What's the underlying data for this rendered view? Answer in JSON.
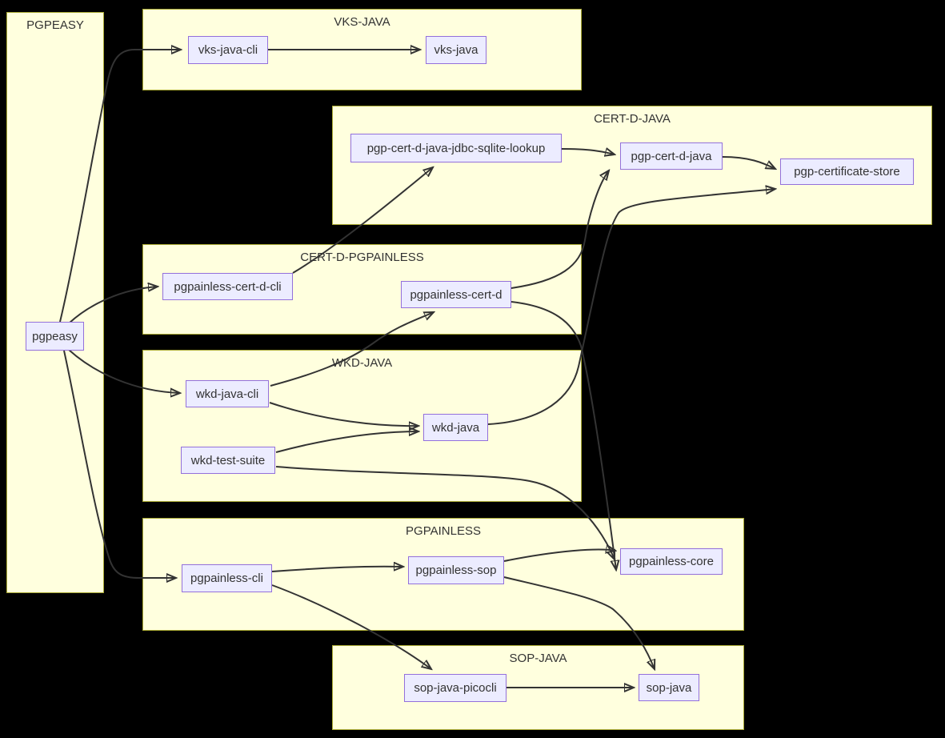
{
  "diagram_type": "dependency-graph",
  "background": "#000000",
  "colors": {
    "cluster_fill": "#ffffde",
    "cluster_border": "#aaaa33",
    "node_fill": "#ECECFF",
    "node_border": "#9370DB",
    "text": "#333333",
    "edge": "#333333"
  },
  "groups": [
    {
      "title": "PGPEASY",
      "nodes": [
        {
          "id": "pgpeasy",
          "label": "pgpeasy"
        }
      ]
    },
    {
      "title": "VKS-JAVA",
      "nodes": [
        {
          "id": "vks-java-cli",
          "label": "vks-java-cli"
        },
        {
          "id": "vks-java",
          "label": "vks-java"
        }
      ]
    },
    {
      "title": "CERT-D-JAVA",
      "nodes": [
        {
          "id": "pgp-cert-d-java-jdbc-sqlite-lookup",
          "label": "pgp-cert-d-java-jdbc-sqlite-lookup"
        },
        {
          "id": "pgp-cert-d-java",
          "label": "pgp-cert-d-java"
        },
        {
          "id": "pgp-certificate-store",
          "label": "pgp-certificate-store"
        }
      ]
    },
    {
      "title": "CERT-D-PGPAINLESS",
      "nodes": [
        {
          "id": "pgpainless-cert-d-cli",
          "label": "pgpainless-cert-d-cli"
        },
        {
          "id": "pgpainless-cert-d",
          "label": "pgpainless-cert-d"
        }
      ]
    },
    {
      "title": "WKD-JAVA",
      "nodes": [
        {
          "id": "wkd-java-cli",
          "label": "wkd-java-cli"
        },
        {
          "id": "wkd-java",
          "label": "wkd-java"
        },
        {
          "id": "wkd-test-suite",
          "label": "wkd-test-suite"
        }
      ]
    },
    {
      "title": "PGPAINLESS",
      "nodes": [
        {
          "id": "pgpainless-cli",
          "label": "pgpainless-cli"
        },
        {
          "id": "pgpainless-sop",
          "label": "pgpainless-sop"
        },
        {
          "id": "pgpainless-core",
          "label": "pgpainless-core"
        }
      ]
    },
    {
      "title": "SOP-JAVA",
      "nodes": [
        {
          "id": "sop-java-picocli",
          "label": "sop-java-picocli"
        },
        {
          "id": "sop-java",
          "label": "sop-java"
        }
      ]
    }
  ],
  "edges": [
    {
      "from": "pgpeasy",
      "to": "vks-java-cli"
    },
    {
      "from": "pgpeasy",
      "to": "pgpainless-cert-d-cli"
    },
    {
      "from": "pgpeasy",
      "to": "wkd-java-cli"
    },
    {
      "from": "pgpeasy",
      "to": "pgpainless-cli"
    },
    {
      "from": "vks-java-cli",
      "to": "vks-java"
    },
    {
      "from": "pgpainless-cert-d-cli",
      "to": "pgp-cert-d-java-jdbc-sqlite-lookup"
    },
    {
      "from": "pgp-cert-d-java-jdbc-sqlite-lookup",
      "to": "pgp-cert-d-java"
    },
    {
      "from": "pgpainless-cert-d",
      "to": "pgp-cert-d-java"
    },
    {
      "from": "pgp-cert-d-java",
      "to": "pgp-certificate-store"
    },
    {
      "from": "pgpainless-cert-d",
      "to": "pgpainless-core"
    },
    {
      "from": "wkd-java-cli",
      "to": "pgpainless-cert-d"
    },
    {
      "from": "wkd-java-cli",
      "to": "wkd-java"
    },
    {
      "from": "wkd-test-suite",
      "to": "wkd-java"
    },
    {
      "from": "wkd-test-suite",
      "to": "pgpainless-core"
    },
    {
      "from": "wkd-java",
      "to": "pgp-certificate-store"
    },
    {
      "from": "pgpainless-cli",
      "to": "pgpainless-sop"
    },
    {
      "from": "pgpainless-cli",
      "to": "sop-java-picocli"
    },
    {
      "from": "pgpainless-sop",
      "to": "pgpainless-core"
    },
    {
      "from": "pgpainless-sop",
      "to": "sop-java"
    },
    {
      "from": "sop-java-picocli",
      "to": "sop-java"
    }
  ]
}
